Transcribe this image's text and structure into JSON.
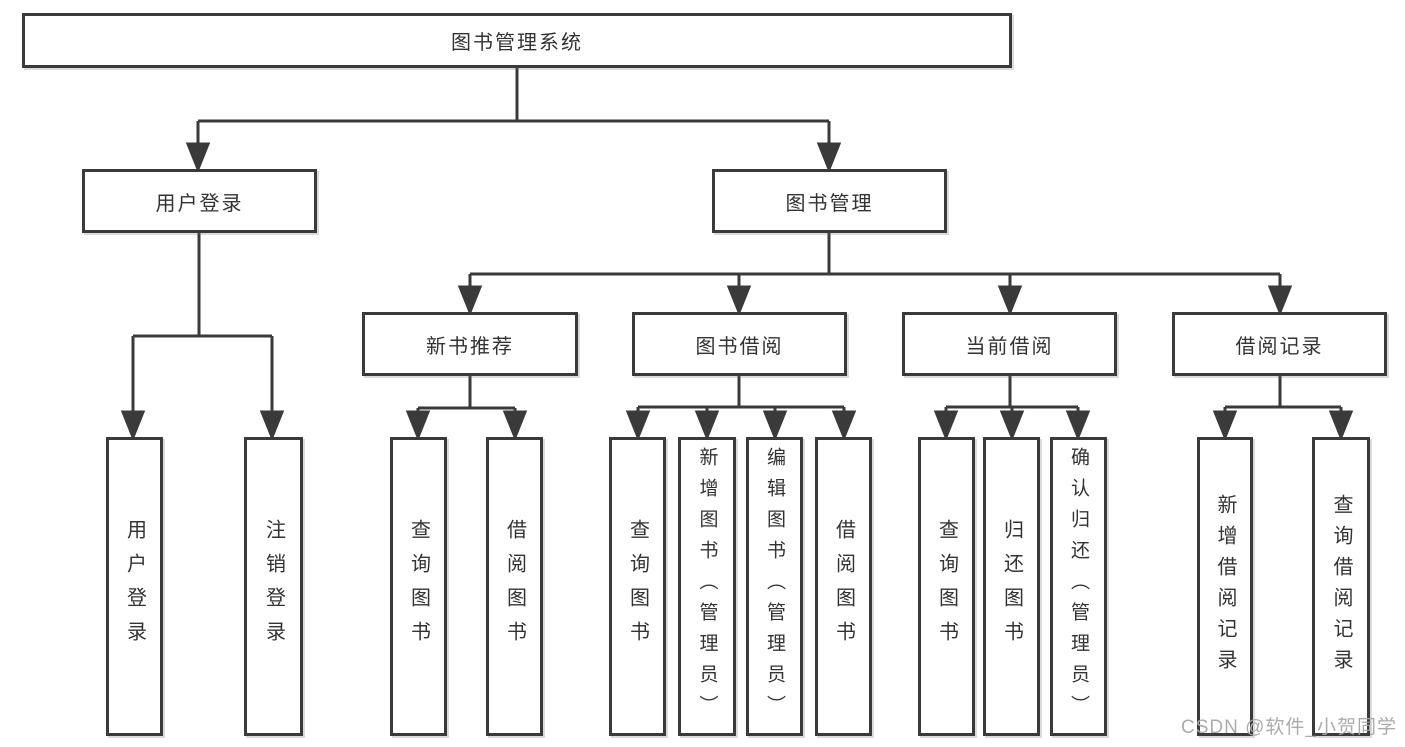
{
  "colors": {
    "line": "#3a3a3a",
    "box_border": "#3a3a3a",
    "box_fill": "#ffffff",
    "text": "#333333",
    "watermark": "#a8a8a8",
    "background": "#ffffff"
  },
  "watermark": {
    "text": "CSDN @软件_小贺同学"
  },
  "tree": {
    "root": {
      "label": "图书管理系统"
    },
    "children": [
      {
        "label": "用户登录",
        "leaves": [
          "用户登录",
          "注销登录"
        ]
      },
      {
        "label": "图书管理",
        "children": [
          {
            "label": "新书推荐",
            "leaves": [
              "查询图书",
              "借阅图书"
            ]
          },
          {
            "label": "图书借阅",
            "leaves": [
              "查询图书",
              "新增图书（管理员）",
              "编辑图书（管理员）",
              "借阅图书"
            ]
          },
          {
            "label": "当前借阅",
            "leaves": [
              "查询图书",
              "归还图书",
              "确认归还（管理员）"
            ]
          },
          {
            "label": "借阅记录",
            "leaves": [
              "新增借阅记录",
              "查询借阅记录"
            ]
          }
        ]
      }
    ]
  }
}
